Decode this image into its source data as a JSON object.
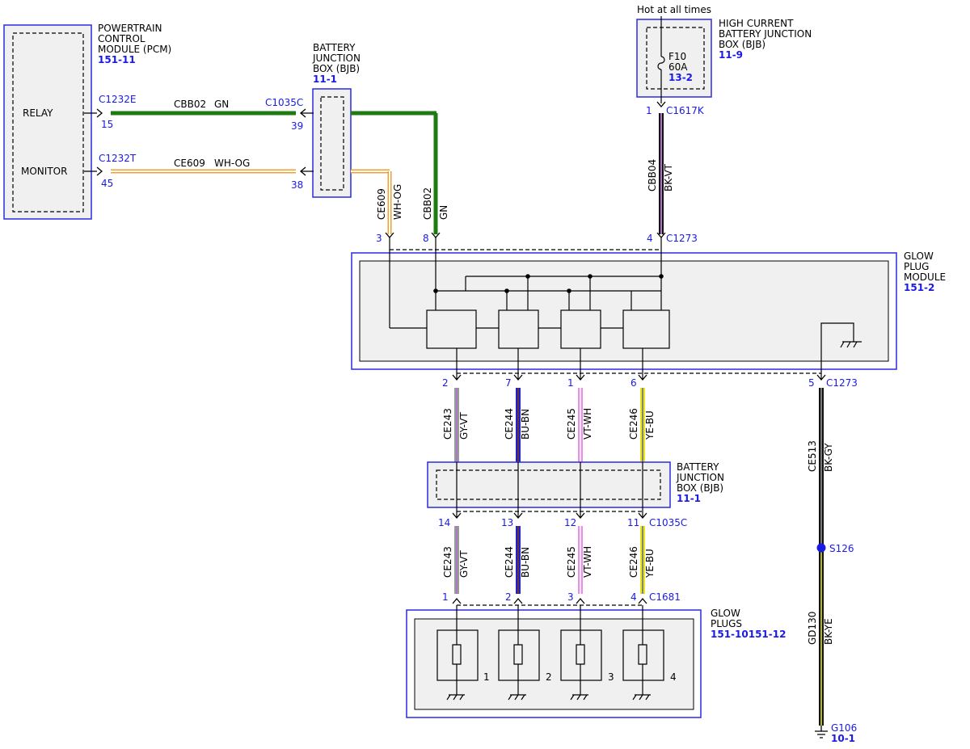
{
  "title_note": "Hot at all times",
  "modules": {
    "pcm": {
      "name": [
        "POWERTRAIN",
        "CONTROL",
        "MODULE (PCM)"
      ],
      "ref": "151-11",
      "relay": "RELAY",
      "monitor": "MONITOR"
    },
    "bjb_top": {
      "name": [
        "BATTERY",
        "JUNCTION",
        "BOX (BJB)"
      ],
      "ref": "11-1"
    },
    "hcbjb": {
      "name": [
        "HIGH CURRENT",
        "BATTERY JUNCTION",
        "BOX (BJB)"
      ],
      "ref": "11-9",
      "fuse": "F10",
      "amps": "60A",
      "fuse_ref": "13-2"
    },
    "gpm": {
      "name": [
        "GLOW",
        "PLUG",
        "MODULE"
      ],
      "ref": "151-2"
    },
    "bjb_mid": {
      "name": [
        "BATTERY",
        "JUNCTION",
        "BOX (BJB)"
      ],
      "ref": "11-1"
    },
    "glow_plugs": {
      "name": [
        "GLOW",
        "PLUGS"
      ],
      "ref": "151-10151-12",
      "plug_numbers": [
        "1",
        "2",
        "3",
        "4"
      ]
    }
  },
  "connectors": {
    "c1232e": "C1232E",
    "c1232e_pin": "15",
    "c1232t": "C1232T",
    "c1232t_pin": "45",
    "c1035c_top": "C1035C",
    "c1035c_pin39": "39",
    "c1035c_pin38": "38",
    "c1617k": "C1617K",
    "c1617k_pin": "1",
    "c1273_top": "C1273",
    "c1273_pins": [
      "3",
      "8",
      "4"
    ],
    "c1273_bottom": "C1273",
    "c1273_bottom_pins": [
      "2",
      "7",
      "1",
      "6",
      "5"
    ],
    "c1035c_bottom": "C1035C",
    "c1035c_bottom_pins": [
      "14",
      "13",
      "12",
      "11"
    ],
    "c1681": "C1681",
    "c1681_pins": [
      "1",
      "2",
      "3",
      "4"
    ]
  },
  "wires": {
    "cbb02_h": {
      "circuit": "CBB02",
      "color": "GN"
    },
    "ce609_h": {
      "circuit": "CE609",
      "color": "WH-OG"
    },
    "ce609_v": {
      "circuit": "CE609",
      "color": "WH-OG"
    },
    "cbb02_v": {
      "circuit": "CBB02",
      "color": "GN"
    },
    "cbb04_v": {
      "circuit": "CBB04",
      "color": "BK-VT"
    },
    "mid": [
      {
        "circuit": "CE243",
        "color": "GY-VT"
      },
      {
        "circuit": "CE244",
        "color": "BU-BN"
      },
      {
        "circuit": "CE245",
        "color": "VT-WH"
      },
      {
        "circuit": "CE246",
        "color": "YE-BU"
      }
    ],
    "low": [
      {
        "circuit": "CE243",
        "color": "GY-VT"
      },
      {
        "circuit": "CE244",
        "color": "BU-BN"
      },
      {
        "circuit": "CE245",
        "color": "VT-WH"
      },
      {
        "circuit": "CE246",
        "color": "YE-BU"
      }
    ],
    "ce513": {
      "circuit": "CE513",
      "color": "BK-GY"
    },
    "gd130": {
      "circuit": "GD130",
      "color": "BK-YE"
    }
  },
  "splice": {
    "id": "S126"
  },
  "ground": {
    "id": "G106",
    "ref": "10-1"
  },
  "wire_colors": {
    "GN": "#1e7a12",
    "WH": "#ffffff",
    "OG": "#f0a030",
    "BK": "#111111",
    "VT": "#b070c8",
    "GY": "#9a9a9a",
    "BU": "#2222cc",
    "BN": "#7a3a10",
    "YE": "#e8e820",
    "PK": "#e890e8"
  }
}
